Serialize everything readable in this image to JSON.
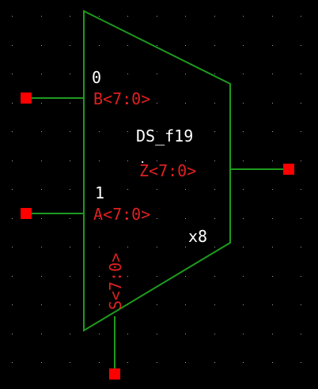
{
  "canvas": {
    "background": "#000000",
    "grid_dot_color": "#9aa3b0"
  },
  "colors": {
    "symbol_outline": "#1e9a1e",
    "wire": "#1e9a1e",
    "pin": "#ff0000",
    "pin_label": "#e02020",
    "parameter_text": "#ffffff"
  },
  "symbol": {
    "name": "DS_f19",
    "multiplier": "x8",
    "origin_marker": "."
  },
  "pins": {
    "b": {
      "label": "B<7:0>",
      "select_value": "0"
    },
    "a": {
      "label": "A<7:0>",
      "select_value": "1"
    },
    "z": {
      "label": "Z<7:0>"
    },
    "s": {
      "label": "S<7:0>"
    }
  }
}
